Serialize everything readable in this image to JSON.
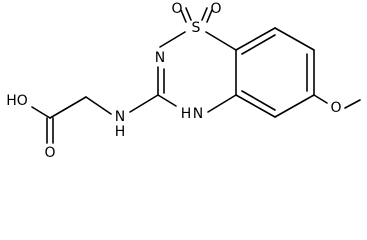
{
  "diagram": {
    "type": "chemical-structure",
    "atom_labels": {
      "sulfonyl_oxygen_left": "O",
      "sulfur": "S",
      "sulfonyl_oxygen_right": "O",
      "ring_nitrogen": "N",
      "ring_nitrogen_h": "H",
      "amine_nitrogen": "N",
      "amine_h": "H",
      "hydroxyl": "HO",
      "carbonyl_oxygen": "O",
      "methoxy_oxygen": "O"
    },
    "bond_color": "#000000",
    "label_color": "#000000",
    "background": "#ffffff"
  }
}
